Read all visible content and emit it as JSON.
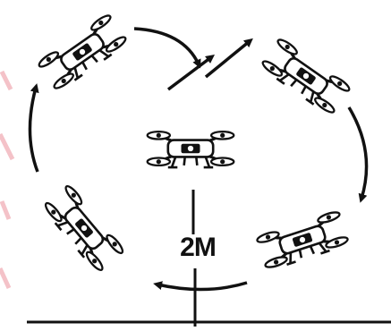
{
  "diagram": {
    "radius_label": "2M",
    "ink_color": "#111111",
    "watermark_color": "#f3b8bf",
    "drones": [
      {
        "id": "center",
        "rotation": 0
      },
      {
        "id": "top-left",
        "rotation": -35
      },
      {
        "id": "top-right",
        "rotation": 35
      },
      {
        "id": "right",
        "rotation": -15
      },
      {
        "id": "bottom-left",
        "rotation": 50
      }
    ]
  }
}
